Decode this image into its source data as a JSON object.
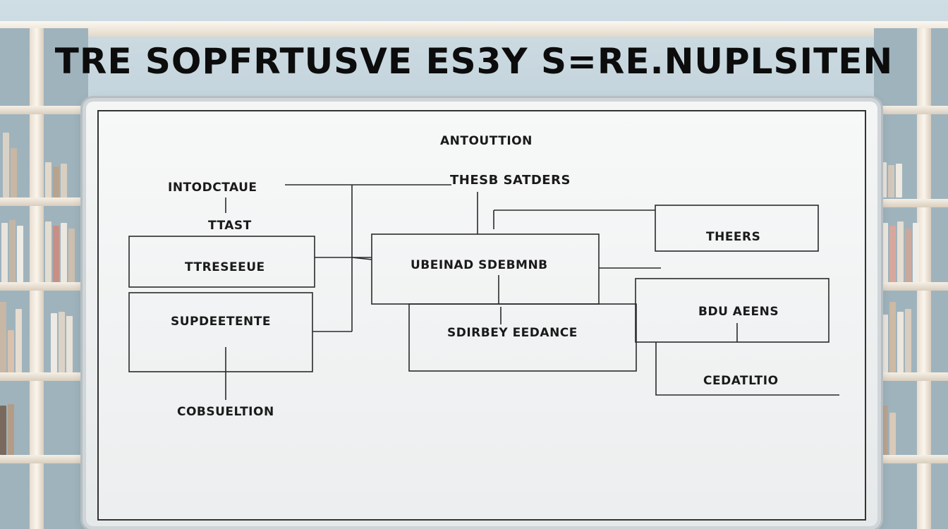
{
  "headline": "TRE SOPFRTUSVE ES3Y  S=RE.NUPLSITEN",
  "diagram": {
    "title": "ANTOUTTION",
    "nodes": {
      "introduction": "INTODCTAUE",
      "task": "TTAST",
      "thesis_box": "TTRESEEUE",
      "support_box": "SUPDEETENTE",
      "conclusion": "COBSUELTION",
      "thesis_statement": "THESB SATDERS",
      "center_box": "UBEINAD SDEBMNB",
      "evidence_box": "SDIRBEY EEDANCE",
      "themes_box": "THEERS",
      "right_mid_box": "BDU AEENS",
      "right_bottom_box": "CEDATLTIO"
    }
  }
}
